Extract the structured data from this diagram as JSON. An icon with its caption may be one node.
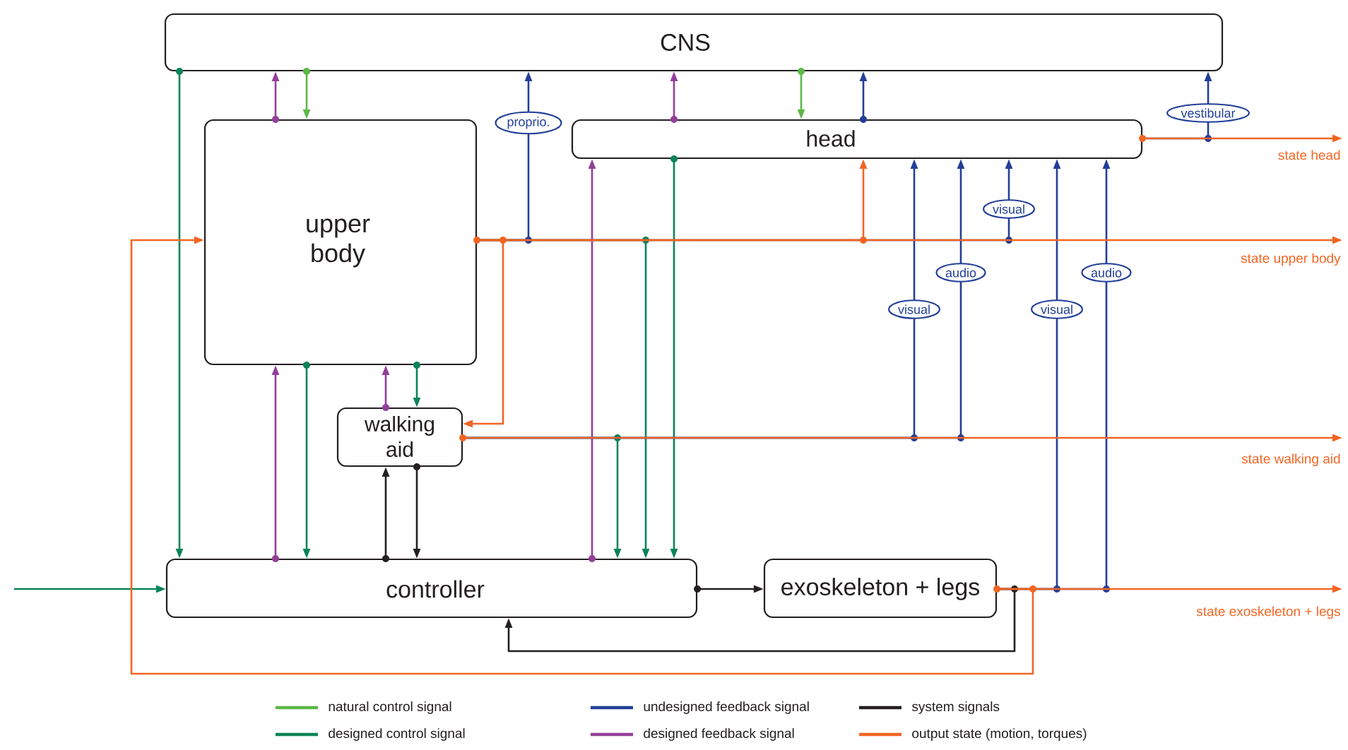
{
  "diagram": {
    "nodes": [
      {
        "text": [
          "CNS"
        ]
      },
      {
        "text": [
          "upper body"
        ]
      },
      {
        "text": [
          "head"
        ]
      },
      {
        "text": [
          "walking aid"
        ]
      },
      {
        "text": [
          "controller"
        ]
      },
      {
        "text": [
          "exoskeleton + legs"
        ]
      },
      {
        "text": [
          "state head"
        ]
      },
      {
        "text": [
          "state upper body"
        ]
      },
      {
        "text": [
          "state walking aid"
        ]
      },
      {
        "text": [
          "state exoskeleton + legs"
        ]
      }
    ],
    "edges": [
      {
        "from": 0,
        "to": 1,
        "arrow": "to",
        "color": "#5cb848"
      },
      {
        "from": 0,
        "to": 2,
        "arrow": "to",
        "color": "#5cb848"
      },
      {
        "from": 0,
        "to": 4,
        "arrow": "to",
        "color": "#0b8457"
      },
      {
        "from": 1,
        "to": 4,
        "arrow": "to",
        "color": "#0b8457"
      },
      {
        "from": 1,
        "to": 3,
        "arrow": "to",
        "color": "#0b8457"
      },
      {
        "from": 2,
        "to": 4,
        "arrow": "to",
        "color": "#0b8457"
      },
      {
        "from": 1,
        "to": 4,
        "arrow": "to",
        "color": "#0b8457"
      },
      {
        "from": 3,
        "to": 4,
        "arrow": "to",
        "color": "#0b8457"
      },
      {
        "from": null,
        "to": 4,
        "arrow": "to",
        "color": "#0b8457"
      },
      {
        "from": 1,
        "to": 0,
        "arrow": "to",
        "color": "#933f98"
      },
      {
        "from": 2,
        "to": 0,
        "arrow": "to",
        "color": "#933f98"
      },
      {
        "from": 4,
        "to": 1,
        "arrow": "to",
        "color": "#933f98"
      },
      {
        "from": 3,
        "to": 1,
        "arrow": "to",
        "color": "#933f98"
      },
      {
        "from": 4,
        "to": 2,
        "arrow": "to",
        "color": "#933f98"
      },
      {
        "from": 1,
        "to": 0,
        "arrow": "to",
        "label": "proprio.",
        "color": "#223f98"
      },
      {
        "from": 2,
        "to": 0,
        "arrow": "to",
        "color": "#223f98"
      },
      {
        "from": 2,
        "to": 0,
        "arrow": "to",
        "label": "vestibular",
        "color": "#223f98"
      },
      {
        "from": 3,
        "to": 2,
        "arrow": "to",
        "label": "visual",
        "color": "#223f98"
      },
      {
        "from": 3,
        "to": 2,
        "arrow": "to",
        "label": "audio",
        "color": "#223f98"
      },
      {
        "from": 1,
        "to": 2,
        "arrow": "to",
        "label": "visual",
        "color": "#223f98"
      },
      {
        "from": 5,
        "to": 2,
        "arrow": "to",
        "label": "visual",
        "color": "#223f98"
      },
      {
        "from": 5,
        "to": 2,
        "arrow": "to",
        "label": "audio",
        "color": "#223f98"
      },
      {
        "from": 4,
        "to": 3,
        "arrow": "to",
        "color": "#231f20"
      },
      {
        "from": 3,
        "to": 4,
        "arrow": "to",
        "color": "#231f20"
      },
      {
        "from": 4,
        "to": 5,
        "arrow": "to",
        "color": "#231f20"
      },
      {
        "from": 5,
        "to": 4,
        "arrow": "to",
        "color": "#231f20"
      },
      {
        "from": 2,
        "to": 6,
        "arrow": "to",
        "color": "#f26522"
      },
      {
        "from": 1,
        "to": 7,
        "arrow": "to",
        "color": "#f26522"
      },
      {
        "from": 3,
        "to": 8,
        "arrow": "to",
        "color": "#f26522"
      },
      {
        "from": 5,
        "to": 9,
        "arrow": "to",
        "color": "#f26522"
      },
      {
        "from": 1,
        "to": 2,
        "arrow": "to",
        "color": "#f26522"
      },
      {
        "from": 1,
        "to": 3,
        "arrow": "to",
        "color": "#f26522"
      },
      {
        "from": 5,
        "to": 1,
        "arrow": "to",
        "color": "#f26522"
      }
    ],
    "legend": [
      {
        "text": "natural control signal",
        "color": "#5cb848"
      },
      {
        "text": "undesigned feedback signal",
        "color": "#223f98"
      },
      {
        "text": "system signals",
        "color": "#231f20"
      },
      {
        "text": "designed control signal",
        "color": "#0b8457"
      },
      {
        "text": "designed feedback signal",
        "color": "#933f98"
      },
      {
        "text": "output state (motion, torques)",
        "color": "#f26522"
      }
    ]
  }
}
